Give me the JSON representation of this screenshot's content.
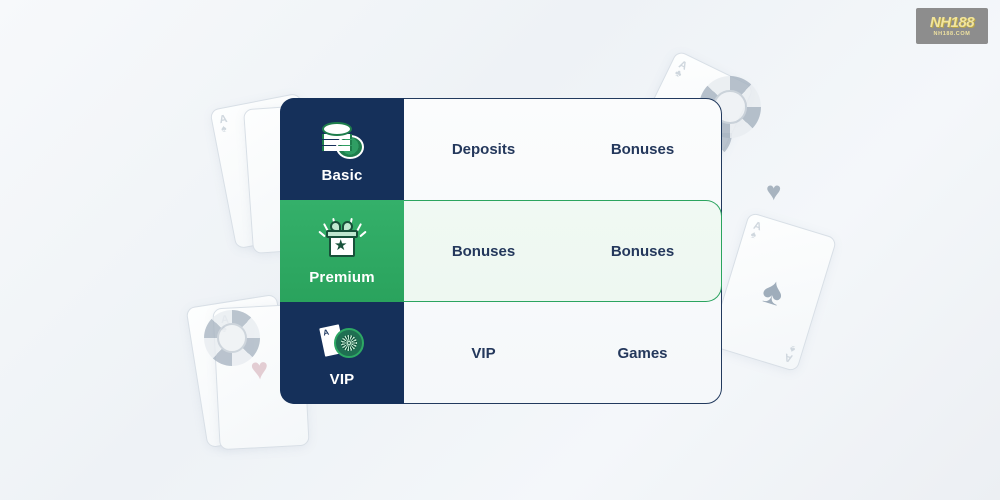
{
  "logo": {
    "name": "nh188-logo",
    "primary_text": "NH188",
    "secondary_text": "NH188.COM",
    "bg_color": "#8d8d8d",
    "text_color": "#f2e59b"
  },
  "colors": {
    "navy": "#15305a",
    "border_navy": "#223a5e",
    "green": "#2aa35d",
    "green_border": "#2ba45f",
    "premium_bg": "#eef8f1",
    "panel_bg": "#f7fafb",
    "cell_text": "#24385c",
    "page_bg": "#eef2f6"
  },
  "comparison_table": {
    "name": "tier-comparison-table",
    "rows": [
      {
        "tier_label": "Basic",
        "tier_icon": "poker-chips-icon",
        "highlighted": false,
        "cells": [
          "Deposits",
          "Bonuses"
        ]
      },
      {
        "tier_label": "Premium",
        "tier_icon": "gift-box-icon",
        "highlighted": true,
        "cells": [
          "Bonuses",
          "Bonuses"
        ]
      },
      {
        "tier_label": "VIP",
        "tier_icon": "card-roulette-icon",
        "highlighted": false,
        "cells": [
          "VIP",
          "Games"
        ]
      }
    ]
  },
  "decorations": {
    "playing_cards": [
      {
        "name": "ace-of-spades-top-left",
        "rank": "A",
        "suit": "♠"
      },
      {
        "name": "ace-of-spades-top-left-2",
        "rank": "A",
        "suit": "♠"
      },
      {
        "name": "ace-of-clubs-top-right",
        "rank": "A",
        "suit": "♣"
      },
      {
        "name": "ace-of-spades-right",
        "rank": "A",
        "suit": "♠"
      },
      {
        "name": "ace-of-spades-bottom-left",
        "rank": "A",
        "suit": "♠"
      },
      {
        "name": "ace-card-bottom-left-2",
        "rank": "A",
        "suit": "♠"
      }
    ],
    "suit_glyphs": {
      "heart": "♥",
      "spade": "♠",
      "club": "♣"
    },
    "poker_chips": 3
  }
}
